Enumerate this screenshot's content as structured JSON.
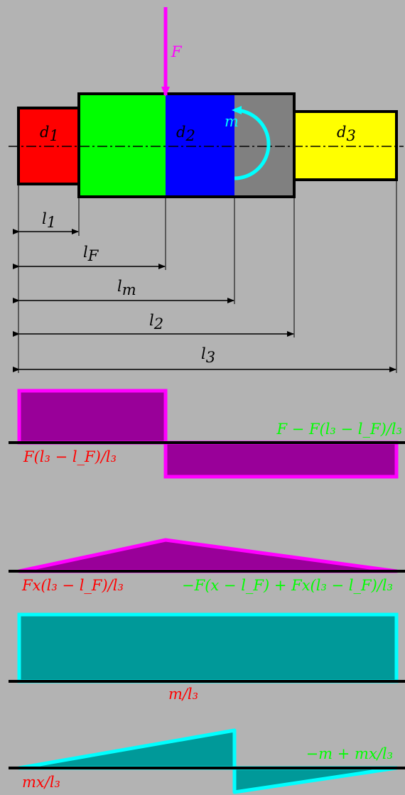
{
  "colors": {
    "background": "#b3b3b3",
    "section_1": "#ff0000",
    "section_2a": "#00ff00",
    "section_2b": "#0000ff",
    "section_2c": "#808080",
    "section_3": "#ffff00",
    "force": "#ff00ff",
    "moment": "#00ffff",
    "shear_fill": "#990099",
    "shear_edge": "#ff00ff",
    "moment_fill": "#009999",
    "moment_edge": "#00ffff",
    "label_left": "#ff0000",
    "label_right": "#00ff00",
    "ink": "#000000"
  },
  "shaft": {
    "diameters": {
      "d1": "d",
      "d1_sub": "1",
      "d2": "d",
      "d2_sub": "2",
      "d3": "d",
      "d3_sub": "3"
    }
  },
  "loads": {
    "force": {
      "symbol": "F"
    },
    "moment": {
      "symbol": "m"
    }
  },
  "dimensions": [
    {
      "base": "l",
      "sub": "1"
    },
    {
      "base": "l",
      "sub": "F"
    },
    {
      "base": "l",
      "sub": "m"
    },
    {
      "base": "l",
      "sub": "2"
    },
    {
      "base": "l",
      "sub": "3"
    }
  ],
  "diagrams": {
    "force_shear": {
      "left_label": "F(l₃ − l_F)/l₃",
      "right_label": "F − F(l₃ − l_F)/l₃"
    },
    "force_bending": {
      "left_label": "Fx(l₃ − l_F)/l₃",
      "right_label": "−F(x − l_F) + Fx(l₃ − l_F)/l₃"
    },
    "moment_shear": {
      "label": "m/l₃"
    },
    "moment_bending": {
      "left_label": "mx/l₃",
      "right_label": "−m + mx/l₃"
    }
  }
}
